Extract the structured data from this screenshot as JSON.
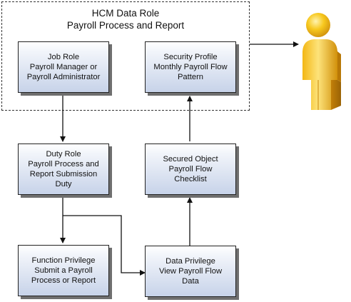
{
  "frame": {
    "title_lines": [
      "HCM Data Role",
      "Payroll Process and Report"
    ]
  },
  "boxes": {
    "job_role": [
      "Job Role",
      "Payroll Manager or",
      "Payroll Administrator"
    ],
    "security_profile": [
      "Security Profile",
      "Monthly Payroll Flow",
      "Pattern"
    ],
    "duty_role": [
      "Duty Role",
      "Payroll Process and",
      "Report Submission",
      "Duty"
    ],
    "secured_object": [
      "Secured Object",
      "Payroll Flow",
      "Checklist"
    ],
    "function_privilege": [
      "Function Privilege",
      "Submit a Payroll",
      "Process or Report"
    ],
    "data_privilege": [
      "Data Privilege",
      "View Payroll Flow",
      "Data"
    ]
  },
  "icons": {
    "user": "person-icon"
  },
  "colors": {
    "box_gradient_top": "#ffffff",
    "box_gradient_bottom": "#c7d3e9",
    "person_yellow": "#f7c81e",
    "person_shade": "#c9870a"
  }
}
